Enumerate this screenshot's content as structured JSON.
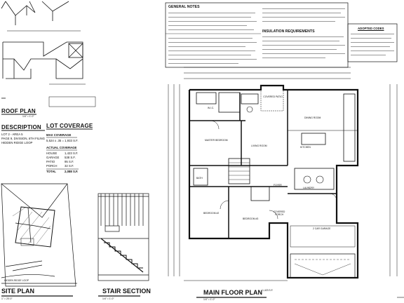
{
  "roof_plan": {
    "title": "ROOF PLAN",
    "scale": "1/4\" = 1'-0\""
  },
  "description": {
    "title": "DESCRIPTION",
    "lines": [
      "LOT 2 - AREA 5",
      "PAGE 9, DIVISION, 6TH FILING",
      "HIDDEN RIDGE LOOP"
    ]
  },
  "lot_coverage": {
    "title": "LOT COVERAGE",
    "max_title": "MAX COVERAGE",
    "max_value": "5,524 x .35 = 1,933 S.F.",
    "actual_title": "ACTUAL COVERAGE",
    "rows": [
      {
        "label": "HOUSE",
        "value": "1,423 S.F."
      },
      {
        "label": "GARAGE",
        "value": "538 S.F."
      },
      {
        "label": "PATIO",
        "value": "95 S.F."
      },
      {
        "label": "PORCH",
        "value": "32 S.F."
      },
      {
        "label": "TOTAL",
        "value": "2,088 S.F."
      }
    ]
  },
  "general_notes": {
    "title": "GENERAL NOTES"
  },
  "insulation": {
    "title": "INSULATION REQUIREMENTS"
  },
  "adopted_codes": {
    "title": "ADOPTED CODES"
  },
  "rooms": {
    "wic": "W.I.C.",
    "covered_patio": "COVERED PATIO",
    "master_bedroom": "MASTER BEDROOM",
    "living_room": "LIVING ROOM",
    "dining_room": "DINING ROOM",
    "kitchen": "KITCHEN",
    "bedroom_2": "BEDROOM #2",
    "bedroom_3": "BEDROOM #3",
    "foyer": "FOYER",
    "covered_porch": "COVERED PORCH",
    "laundry": "LAUNDRY",
    "garage": "2 CAR GARAGE",
    "bath": "BATH"
  },
  "site_plan": {
    "title": "SITE PLAN",
    "scale": "1\" = 20'-0\"",
    "street": "HIDDEN RIDGE LOOP"
  },
  "stair_section": {
    "title": "STAIR SECTION",
    "scale": "1/4\" = 1'-0\""
  },
  "main_floor_plan": {
    "title": "MAIN FLOOR PLAN",
    "scale": "1/4\" = 1'-0\"",
    "area": "1,423 S.F."
  }
}
